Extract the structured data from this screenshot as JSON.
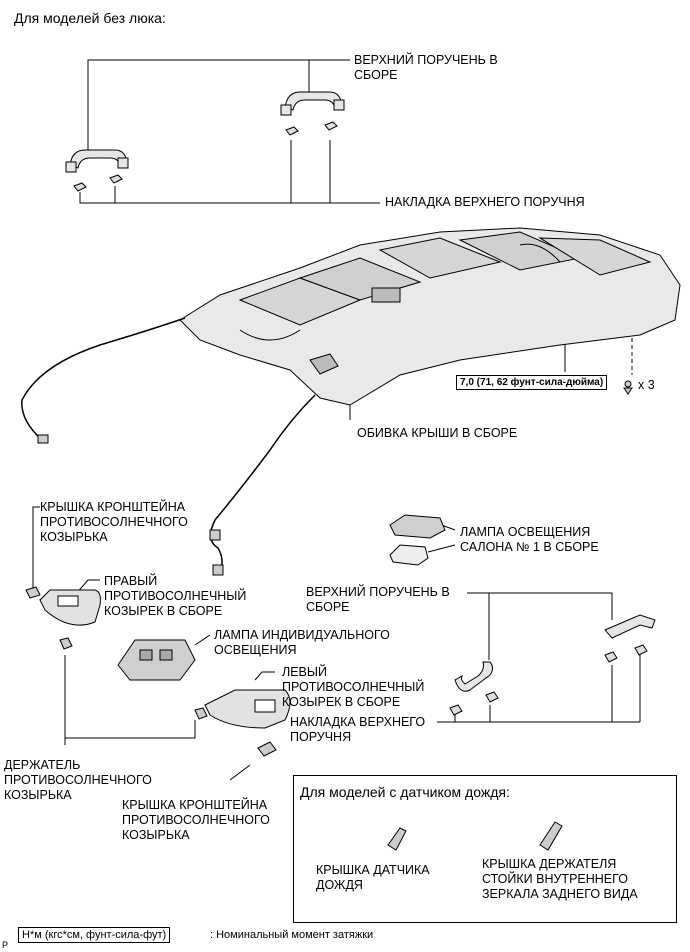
{
  "header": "Для моделей без люка:",
  "labels": {
    "upper_grip_top": "ВЕРХНИЙ ПОРУЧЕНЬ В\nСБОРЕ",
    "grip_cover_top": "НАКЛАДКА ВЕРХНЕГО ПОРУЧНЯ",
    "torque": "7,0 (71, 62 фунт-сила-дюйма)",
    "clip_count": "x 3",
    "roof_headlining": "ОБИВКА КРЫШИ В СБОРЕ",
    "visor_bracket_cover_top": "КРЫШКА КРОНШТЕЙНА\nПРОТИВОСОЛНЕЧНОГО\nКОЗЫРЬКА",
    "room_lamp": "ЛАМПА ОСВЕЩЕНИЯ\nСАЛОНА № 1 В СБОРЕ",
    "right_visor": "ПРАВЫЙ\nПРОТИВОСОЛНЕЧНЫЙ\nКОЗЫРЕК В СБОРЕ",
    "upper_grip_right": "ВЕРХНИЙ ПОРУЧЕНЬ В\nСБОРЕ",
    "map_lamp": "ЛАМПА ИНДИВИДУАЛЬНОГО\nОСВЕЩЕНИЯ",
    "left_visor": "ЛЕВЫЙ\nПРОТИВОСОЛНЕЧНЫЙ\nКОЗЫРЕК В СБОРЕ",
    "grip_cover_right": "НАКЛАДКА ВЕРХНЕГО\nПОРУЧНЯ",
    "visor_holder": "ДЕРЖАТЕЛЬ\nПРОТИВОСОЛНЕЧНОГО\nКОЗЫРЬКА",
    "visor_bracket_cover_bottom": "КРЫШКА КРОНШТЕЙНА\nПРОТИВОСОЛНЕЧНОГО\nКОЗЫРЬКА"
  },
  "rain_box": {
    "title": "Для моделей с датчиком дождя:",
    "rain_sensor_cover": "КРЫШКА ДАТЧИКА\nДОЖДЯ",
    "mirror_stay_cover": "КРЫШКА ДЕРЖАТЕЛЯ\nСТОЙКИ ВНУТРЕННЕГО\nЗЕРКАЛА ЗАДНЕГО ВИДА"
  },
  "legend": {
    "unit": "Н*м (кгс*см, фунт-сила-фут)",
    "text": ": Номинальный момент затяжки"
  },
  "page_mark": "P"
}
